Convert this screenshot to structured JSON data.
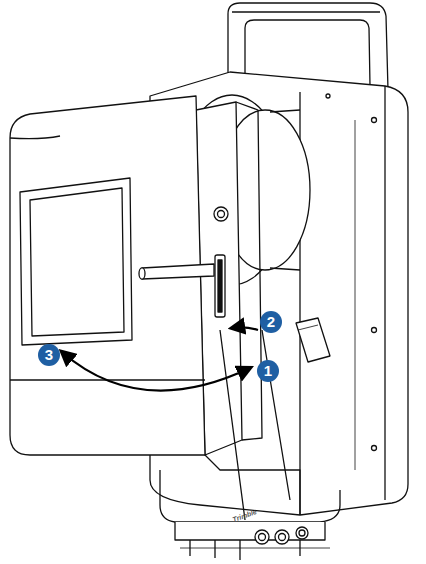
{
  "diagram": {
    "labels": [
      "2",
      "3",
      "1",
      "Trimble"
    ]
  }
}
